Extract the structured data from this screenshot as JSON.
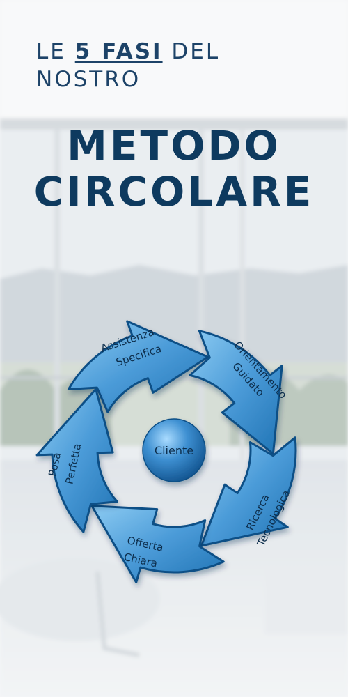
{
  "heading": {
    "prefix": "LE",
    "highlight": "5 FASI",
    "suffix": "DEL",
    "line2": "NOSTRO",
    "title_line1": "METODO",
    "title_line2": "CIRCOLARE"
  },
  "diagram": {
    "center": "Cliente",
    "phases": [
      {
        "line1": "Assistenza",
        "line2": "Specifica"
      },
      {
        "line1": "Orientamento",
        "line2": "Guidato"
      },
      {
        "line1": "Ricerca",
        "line2": "Tecnologica"
      },
      {
        "line1": "Offerta",
        "line2": "Chiara"
      },
      {
        "line1": "Posa",
        "line2": "Perfetta"
      }
    ]
  },
  "colors": {
    "heading": "#1d4368",
    "title": "#0e3a5f",
    "arrow_light": "#7cc0ec",
    "arrow_dark": "#1f73b4",
    "arrow_edge": "#0d4f86"
  }
}
